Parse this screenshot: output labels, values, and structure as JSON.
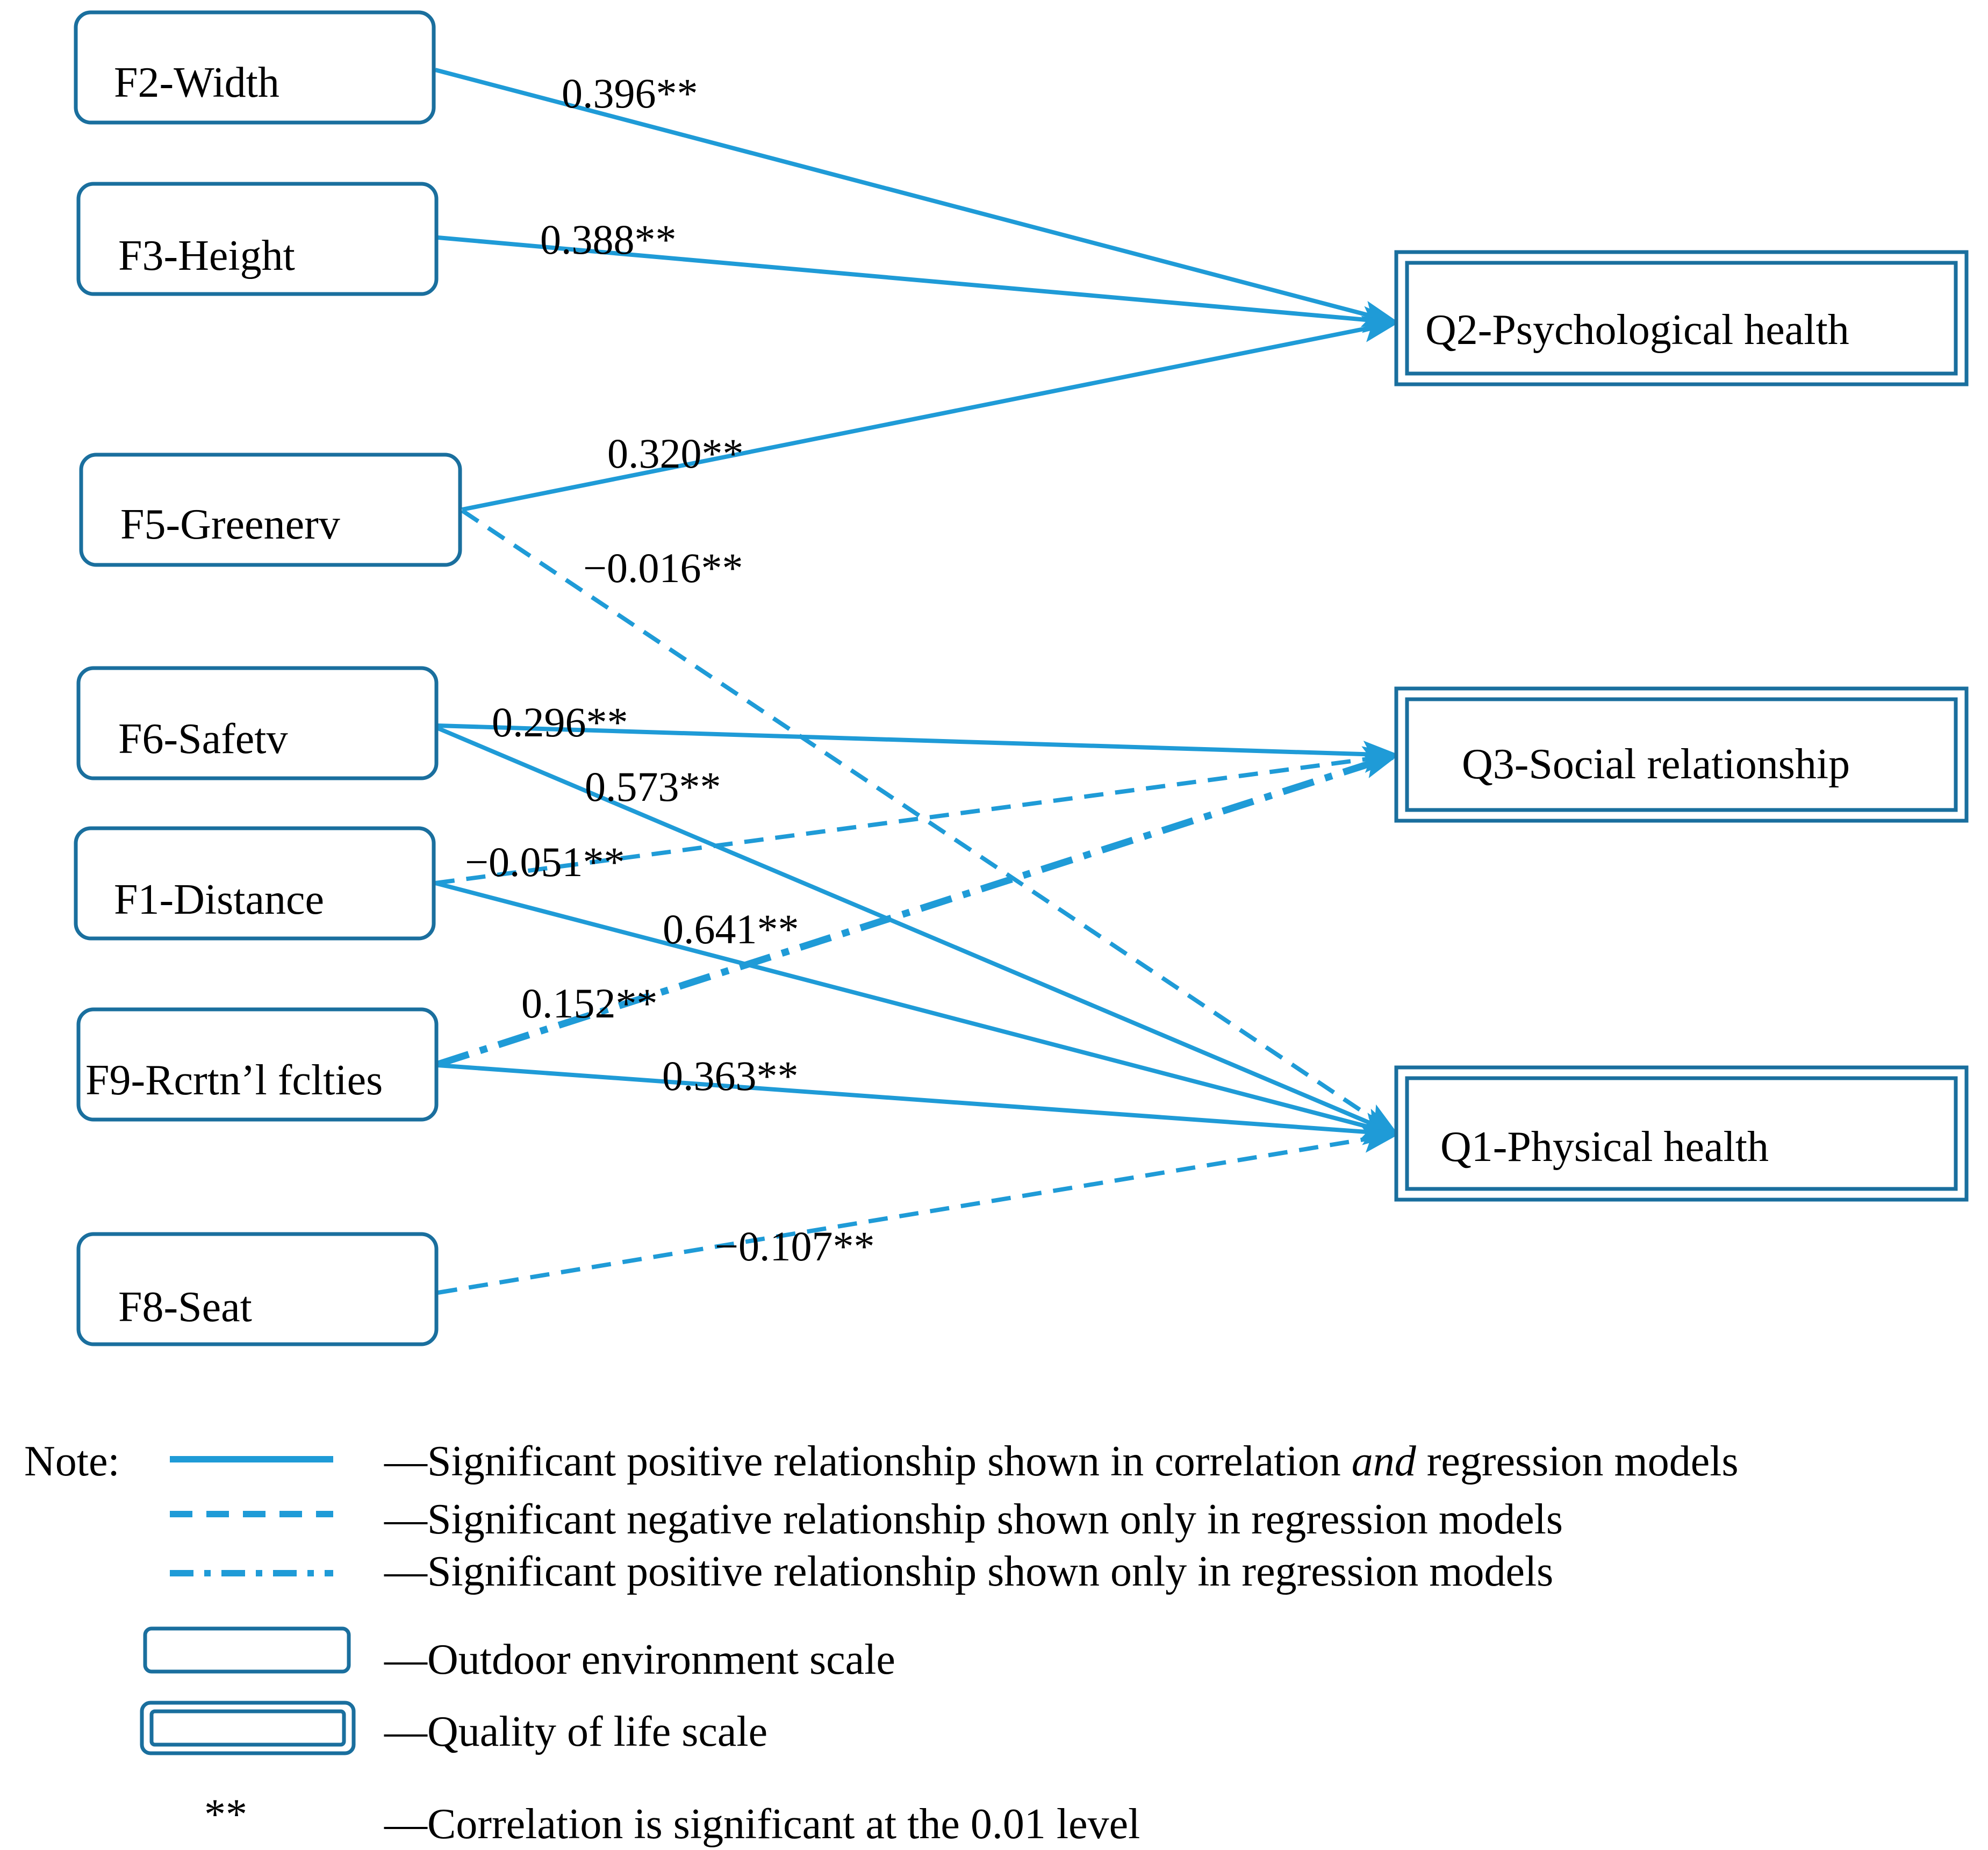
{
  "colors": {
    "line": "#1f9bd7",
    "box": "#1a6f9e",
    "text": "#000000"
  },
  "nodes": {
    "f2": "F2-Width",
    "f3": "F3-Height",
    "f5": "F5-Greenerv",
    "f6": "F6-Safetv",
    "f1": "F1-Distance",
    "f9": "F9-Rcrtn’l fclties",
    "f8": "F8-Seat",
    "q2": "Q2-Psychological health",
    "q3": "Q3-Social relationship",
    "q1": "Q1-Physical health"
  },
  "edges": [
    {
      "from": "f2",
      "to": "q2",
      "coef": "0.396**",
      "style": "solid"
    },
    {
      "from": "f3",
      "to": "q2",
      "coef": "0.388**",
      "style": "solid"
    },
    {
      "from": "f5",
      "to": "q2",
      "coef": "0.320**",
      "style": "solid"
    },
    {
      "from": "f5",
      "to": "q1",
      "coef": "−0.016**",
      "style": "dashed"
    },
    {
      "from": "f6",
      "to": "q3",
      "coef": "0.296**",
      "style": "solid"
    },
    {
      "from": "f6",
      "to": "q1",
      "coef": "0.573**",
      "style": "solid"
    },
    {
      "from": "f1",
      "to": "q3",
      "coef": "−0.051**",
      "style": "dashed"
    },
    {
      "from": "f1",
      "to": "q1",
      "coef": "0.641**",
      "style": "solid"
    },
    {
      "from": "f9",
      "to": "q3",
      "coef": "0.152**",
      "style": "dashdot"
    },
    {
      "from": "f9",
      "to": "q1",
      "coef": "0.363**",
      "style": "solid"
    },
    {
      "from": "f8",
      "to": "q1",
      "coef": "−0.107**",
      "style": "dashed"
    }
  ],
  "legend": {
    "note": "Note:",
    "solid_pre": "—Significant positive relationship shown in correlation ",
    "solid_and": "and",
    "solid_post": " regression models",
    "dashed": "—Significant negative relationship shown only in regression models",
    "dashdot": "—Significant positive relationship shown only in regression models",
    "outdoor": "—Outdoor environment scale",
    "quality": "—Quality of life scale",
    "stars": "**",
    "stars_desc": "—Correlation is significant at the 0.01 level"
  }
}
